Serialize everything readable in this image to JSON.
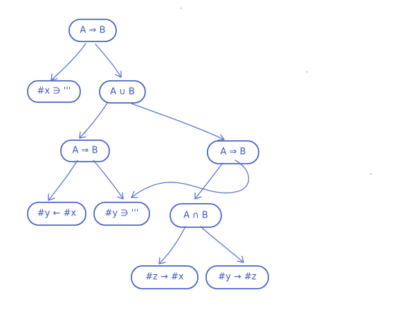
{
  "diagram": {
    "colors": {
      "ink": "#4a63c9",
      "edge": "#5a72d6",
      "background": "#ffffff"
    },
    "nodes": [
      {
        "id": "n1",
        "label": "A ⇒ B"
      },
      {
        "id": "n2",
        "label": "#x ∋ '''"
      },
      {
        "id": "n3",
        "label": "A ∪ B"
      },
      {
        "id": "n4",
        "label": "A ⇒ B"
      },
      {
        "id": "n5",
        "label": "A ⇒ B"
      },
      {
        "id": "n6",
        "label": "#y ← #x"
      },
      {
        "id": "n7",
        "label": "#y ∋ '''"
      },
      {
        "id": "n8",
        "label": "A ∩ B"
      },
      {
        "id": "n9",
        "label": "#z → #x"
      },
      {
        "id": "n10",
        "label": "#y → #z"
      }
    ],
    "edges": [
      {
        "from": "n1",
        "to": "n2"
      },
      {
        "from": "n1",
        "to": "n3"
      },
      {
        "from": "n3",
        "to": "n4"
      },
      {
        "from": "n3",
        "to": "n5"
      },
      {
        "from": "n4",
        "to": "n6"
      },
      {
        "from": "n4",
        "to": "n7"
      },
      {
        "from": "n5",
        "to": "n7"
      },
      {
        "from": "n5",
        "to": "n8"
      },
      {
        "from": "n8",
        "to": "n9"
      },
      {
        "from": "n8",
        "to": "n10"
      }
    ]
  }
}
